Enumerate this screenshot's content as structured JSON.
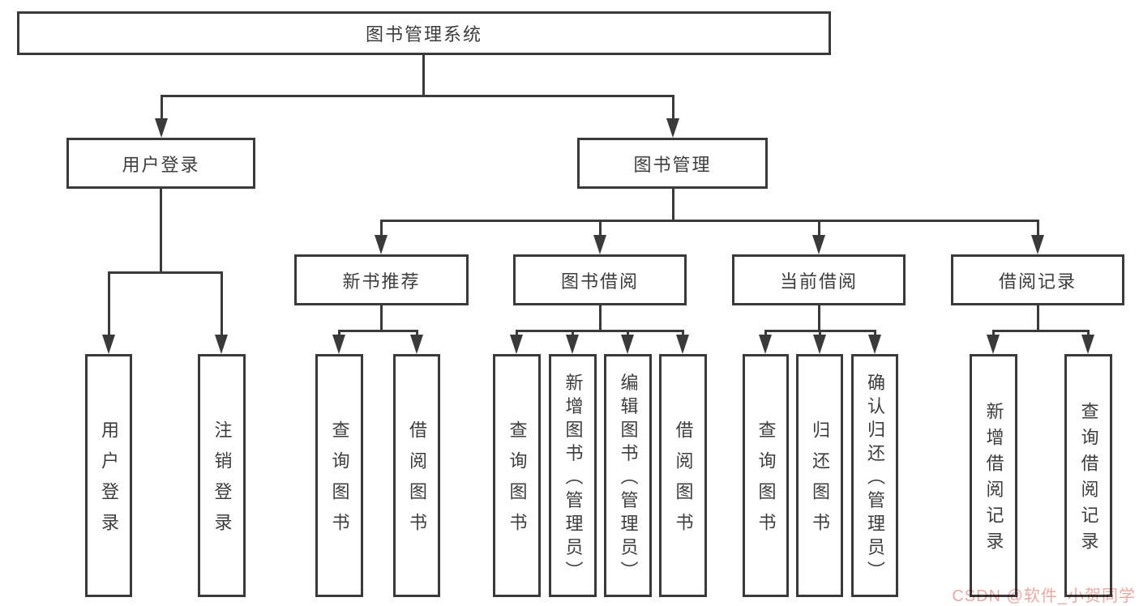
{
  "colors": {
    "line": "#3a3a3a",
    "text": "#3d3d3d",
    "watermark": "#eaa8a2",
    "background": "#ffffff"
  },
  "watermark": "CSDN @软件_小贺同学",
  "nodes": {
    "root": "图书管理系统",
    "user_login": "用户登录",
    "book_mgmt": "图书管理",
    "new_book_rec": "新书推荐",
    "book_borrow": "图书借阅",
    "current_borrow": "当前借阅",
    "borrow_records": "借阅记录",
    "leaf_user_login": "用户登录",
    "leaf_logout": "注销登录",
    "leaf_query_books_a": "查询图书",
    "leaf_borrow_books_a": "借阅图书",
    "leaf_query_books_b": "查询图书",
    "leaf_add_books": "新增图书（管理员）",
    "leaf_edit_books": "编辑图书（管理员）",
    "leaf_borrow_books_b": "借阅图书",
    "leaf_query_books_c": "查询图书",
    "leaf_return_books": "归还图书",
    "leaf_confirm_return": "确认归还（管理员）",
    "leaf_add_borrow_record": "新增借阅记录",
    "leaf_query_borrow_record": "查询借阅记录"
  },
  "hierarchy": [
    {
      "parent": "图书管理系统",
      "children": [
        "用户登录",
        "图书管理"
      ]
    },
    {
      "parent": "用户登录",
      "children": [
        "用户登录",
        "注销登录"
      ]
    },
    {
      "parent": "图书管理",
      "children": [
        "新书推荐",
        "图书借阅",
        "当前借阅",
        "借阅记录"
      ]
    },
    {
      "parent": "新书推荐",
      "children": [
        "查询图书",
        "借阅图书"
      ]
    },
    {
      "parent": "图书借阅",
      "children": [
        "查询图书",
        "新增图书（管理员）",
        "编辑图书（管理员）",
        "借阅图书"
      ]
    },
    {
      "parent": "当前借阅",
      "children": [
        "查询图书",
        "归还图书",
        "确认归还（管理员）"
      ]
    },
    {
      "parent": "借阅记录",
      "children": [
        "新增借阅记录",
        "查询借阅记录"
      ]
    }
  ]
}
